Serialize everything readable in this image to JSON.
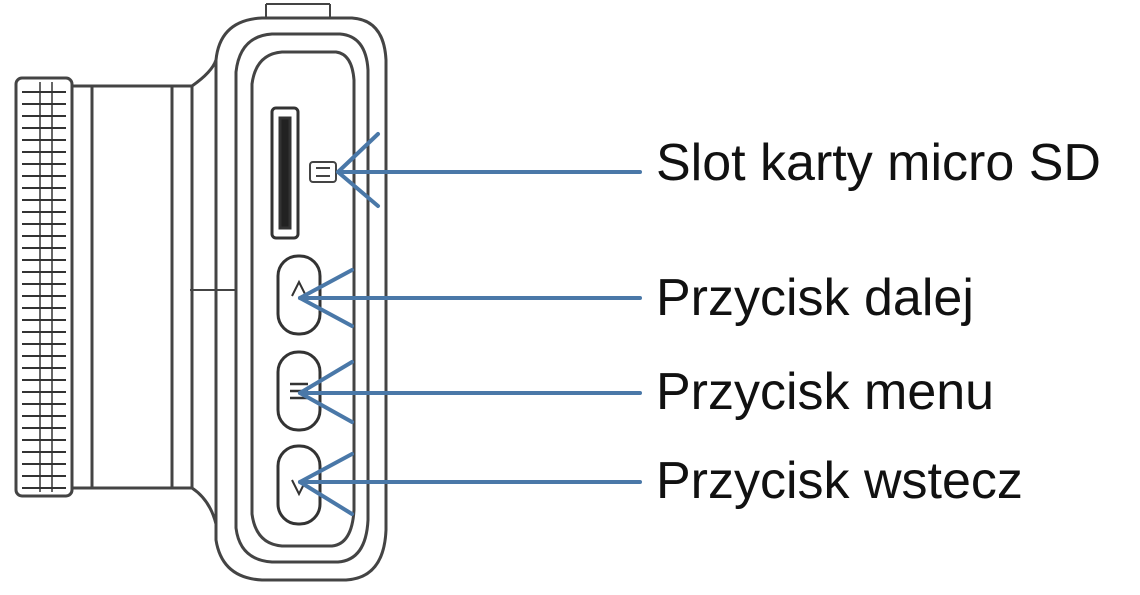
{
  "colors": {
    "callout_line": "#4a78a8",
    "device_outline": "#444444",
    "label_text": "#111111"
  },
  "callouts": {
    "sd_slot": {
      "label": "Slot karty micro SD",
      "icon": "sd-slot-icon"
    },
    "next_button": {
      "label": "Przycisk dalej",
      "icon": "up-arrow-icon"
    },
    "menu_button": {
      "label": "Przycisk menu",
      "icon": "menu-icon"
    },
    "back_button": {
      "label": "Przycisk wstecz",
      "icon": "down-arrow-icon"
    }
  }
}
